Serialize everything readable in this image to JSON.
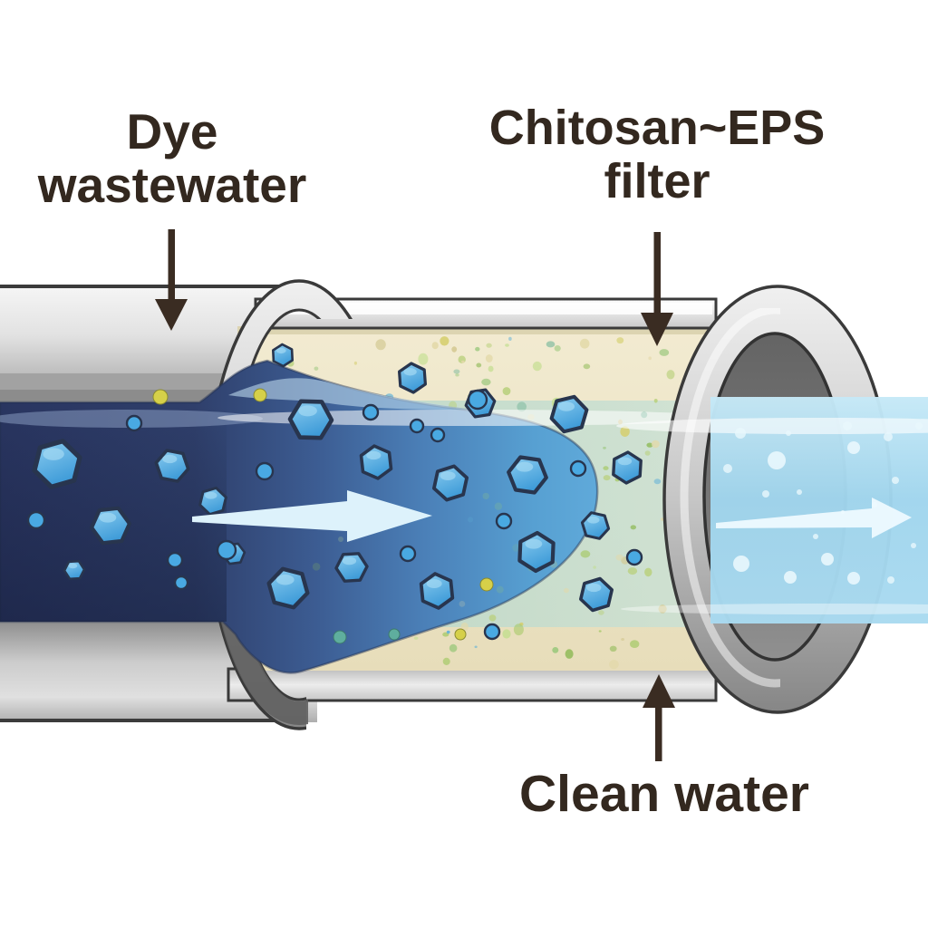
{
  "diagram_title": "Dye wastewater filtered through Chitosan~EPS filter producing clean water",
  "labels": {
    "dye_wastewater": {
      "line1": "Dye",
      "line2": "wastewater"
    },
    "chitosan_filter": {
      "line1": "Chitosan~EPS",
      "line2": "filter"
    },
    "clean_water": {
      "text": "Clean water"
    }
  },
  "annotation_arrows": [
    {
      "name": "dye-wastewater-pointer",
      "direction": "down",
      "points_to": "dye wastewater pipe"
    },
    {
      "name": "chitosan-filter-pointer",
      "direction": "down",
      "points_to": "filter medium"
    },
    {
      "name": "clean-water-pointer",
      "direction": "up",
      "points_to": "filter housing outlet"
    }
  ],
  "flow_arrows": [
    {
      "name": "wastewater-flow-arrow",
      "direction": "right",
      "location": "inside dye water plume"
    },
    {
      "name": "clean-water-flow-arrow",
      "direction": "right",
      "location": "inside clean water outlet"
    }
  ],
  "colors": {
    "background": "#ffffff",
    "label_text": "#33281f",
    "pointer_arrow": "#3a2c22",
    "pipe_light": "#f2f2f2",
    "pipe_mid": "#c7c7c7",
    "pipe_dark": "#8e8e8e",
    "outline": "#3a3a3a",
    "dye_water_dark": "#2a3660",
    "dye_water_plume": "#4b80b8",
    "plume_tip": "#61abdb",
    "filter_media_beige": "#ece4c2",
    "filter_wet_teal": "#b9d8cd",
    "clean_water_blue": "#a8dcf4",
    "dye_particle_fill": "#49a9e2",
    "particle_outline": "#28354e",
    "flow_arrow_fill": "#ddf2fb",
    "bubble_fill": "#e9f7fd",
    "speckle_palette": [
      "#a6c968",
      "#c3de90",
      "#8fba57",
      "#d2c78e",
      "#b9d07c",
      "#e3d9a9",
      "#79b89b",
      "#5fb0d8",
      "#d5ce6d",
      "#98c77a"
    ]
  },
  "particles": {
    "dye_hexagons": [
      [
        63,
        512,
        26
      ],
      [
        122,
        580,
        21
      ],
      [
        190,
        514,
        18
      ],
      [
        235,
        553,
        15
      ],
      [
        318,
        649,
        22
      ],
      [
        343,
        463,
        23
      ],
      [
        388,
        626,
        17
      ],
      [
        415,
        510,
        18
      ],
      [
        455,
        417,
        16
      ],
      [
        312,
        392,
        12
      ],
      [
        497,
        533,
        19
      ],
      [
        482,
        652,
        19
      ],
      [
        530,
        445,
        16
      ],
      [
        592,
        609,
        21
      ],
      [
        628,
        457,
        20
      ],
      [
        582,
        524,
        21
      ],
      [
        658,
        656,
        18
      ],
      [
        657,
        580,
        15
      ],
      [
        692,
        516,
        17
      ],
      [
        82,
        629,
        11
      ],
      [
        258,
        611,
        12
      ]
    ],
    "dye_dots": [
      [
        40,
        574,
        9
      ],
      [
        148,
        467,
        8
      ],
      [
        250,
        607,
        10
      ],
      [
        193,
        618,
        8
      ],
      [
        200,
        643,
        7
      ],
      [
        409,
        455,
        8
      ],
      [
        483,
        480,
        7
      ],
      [
        450,
        611,
        8
      ],
      [
        527,
        441,
        10
      ],
      [
        556,
        575,
        8
      ],
      [
        638,
        517,
        8
      ],
      [
        700,
        615,
        8
      ],
      [
        543,
        697,
        8
      ],
      [
        292,
        520,
        9
      ],
      [
        460,
        470,
        7
      ]
    ],
    "impurity_dots_yellow": [
      [
        177,
        438,
        8
      ],
      [
        287,
        436,
        7
      ],
      [
        537,
        645,
        7
      ],
      [
        508,
        700,
        6
      ]
    ],
    "impurity_dots_teal": [
      [
        375,
        703,
        7
      ],
      [
        435,
        700,
        6
      ]
    ],
    "clean_bubbles": [
      [
        817,
        478,
        6
      ],
      [
        935,
        470,
        5
      ],
      [
        857,
        508,
        10
      ],
      [
        942,
        494,
        7
      ],
      [
        980,
        482,
        5
      ],
      [
        988,
        530,
        4
      ],
      [
        803,
        517,
        5
      ],
      [
        845,
        545,
        4
      ],
      [
        882,
        543,
        3
      ],
      [
        818,
        622,
        9
      ],
      [
        872,
        637,
        7
      ],
      [
        913,
        617,
        7
      ],
      [
        942,
        638,
        7
      ],
      [
        983,
        640,
        4
      ],
      [
        1008,
        602,
        3
      ],
      [
        965,
        557,
        3
      ],
      [
        1014,
        470,
        4
      ],
      [
        870,
        478,
        3
      ],
      [
        900,
        592,
        3
      ],
      [
        930,
        565,
        2
      ]
    ]
  }
}
